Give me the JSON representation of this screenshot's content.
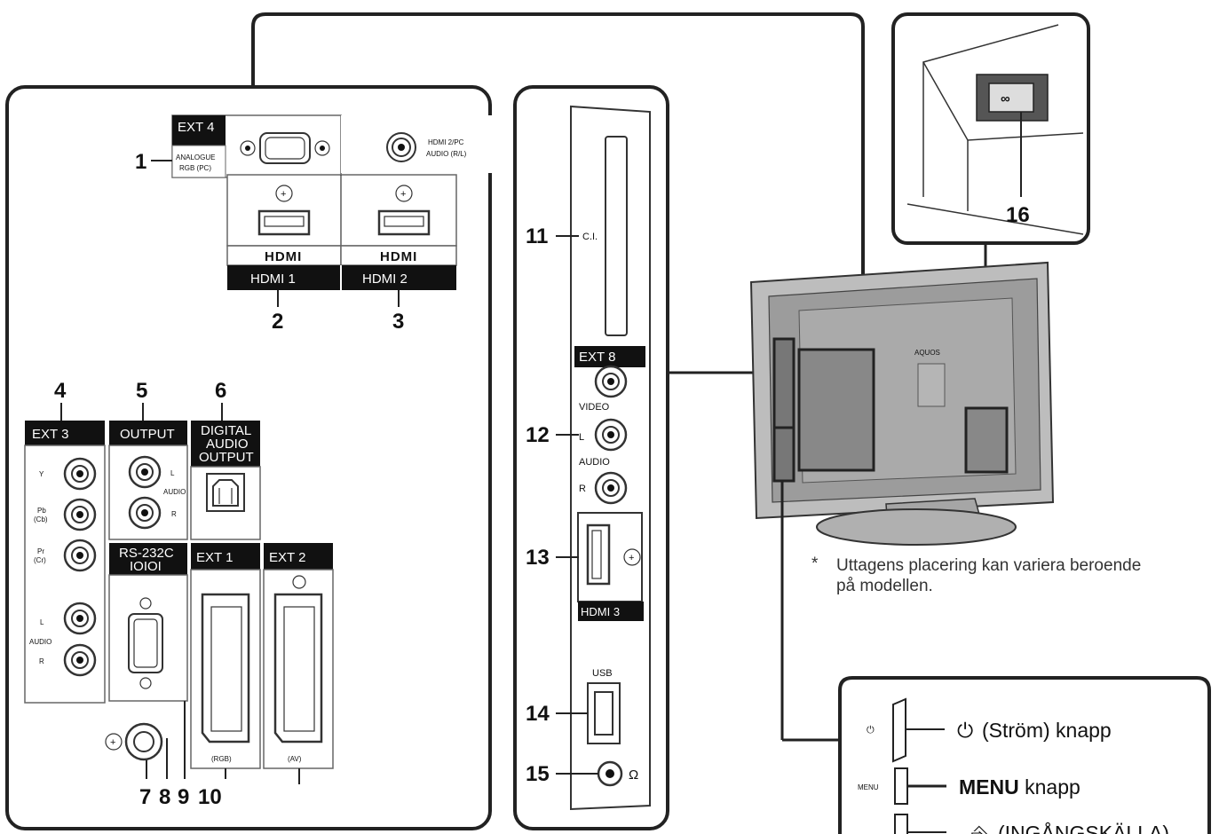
{
  "callouts": {
    "n1": "1",
    "n2": "2",
    "n3": "3",
    "n4": "4",
    "n5": "5",
    "n6": "6",
    "n7": "7",
    "n8": "8",
    "n9": "9",
    "n10": "10",
    "n11": "11",
    "n12": "12",
    "n13": "13",
    "n14": "14",
    "n15": "15",
    "n16": "16"
  },
  "left_panel": {
    "ext4": "EXT 4",
    "analogue_l1": "ANALOGUE",
    "analogue_l2": "RGB (PC)",
    "hdmi_audio_l1": "HDMI 2/PC",
    "hdmi_audio_l2": "AUDIO (R/L)",
    "hdmi_logo1": "HDMI",
    "hdmi_logo2": "HDMI",
    "hdmi1": "HDMI 1",
    "hdmi2": "HDMI 2",
    "ext3": "EXT 3",
    "output": "OUTPUT",
    "digital_l1": "DIGITAL",
    "digital_l2": "AUDIO",
    "digital_l3": "OUTPUT",
    "y": "Y",
    "pb": "Pb",
    "cb": "(Cb)",
    "pr": "Pr",
    "cr": "(Cr)",
    "ext3_audio_l": "L",
    "ext3_audio": "AUDIO",
    "ext3_audio_r": "R",
    "out_l": "L",
    "out_audio": "AUDIO",
    "out_r": "R",
    "rs232": "RS-232C",
    "rs232_sym": "IOIOI",
    "ext1": "EXT 1",
    "ext2": "EXT 2",
    "rgb": "(RGB)",
    "av": "(AV)"
  },
  "side_panel": {
    "ci": "C.I.",
    "ext8": "EXT 8",
    "video": "VIDEO",
    "audio_l": "L",
    "audio": "AUDIO",
    "audio_r": "R",
    "hdmi3": "HDMI 3",
    "usb": "USB",
    "headphone": "Ω"
  },
  "tv": {
    "brand": "AQUOS"
  },
  "note": {
    "marker": "*",
    "line1": "Uttagens placering kan variera beroende",
    "line2": "på modellen."
  },
  "buttons": {
    "power_label": "(Ström) knapp",
    "menu_small": "MENU",
    "menu_bold": "MENU",
    "menu_rest": " knapp",
    "input_label": "(INGÅNGSKÄLLA)"
  }
}
